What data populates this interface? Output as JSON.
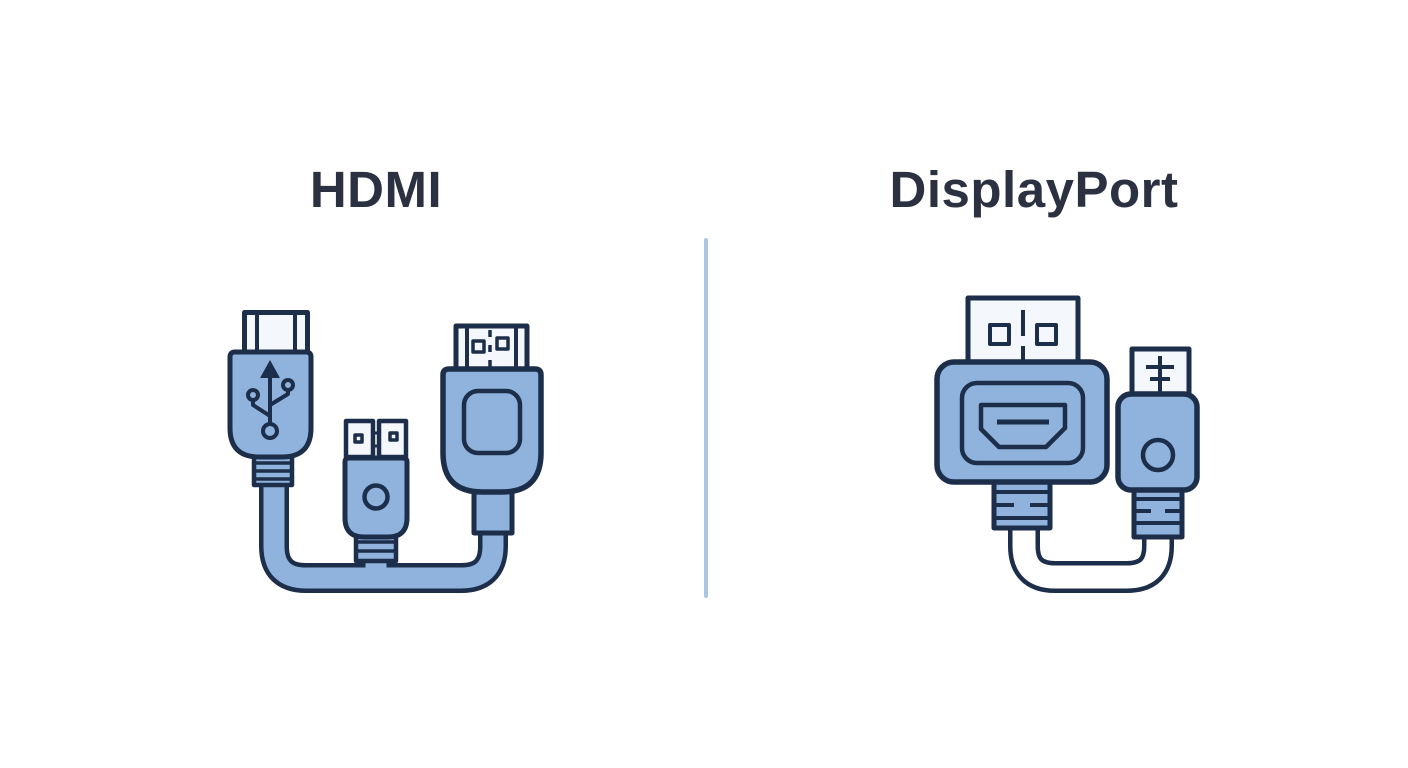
{
  "diagram": {
    "left": {
      "title": "HDMI",
      "illustration": "three blue cable connectors (usb-a plug with usb trident symbol, small mini connector with circle, large hdmi connector with rounded square) joined by a blue u-shaped cable"
    },
    "right": {
      "title": "DisplayPort",
      "illustration": "large blue connector with hdmi-style port opening and white plug top with two squares, smaller blue connector with circle, joined by a white u-shaped cable"
    }
  },
  "colors": {
    "connector_blue": "#8fb3dc",
    "outline_navy": "#1d2e4a",
    "plug_fill": "#f4f7fb",
    "cable_white": "#ffffff",
    "divider_blue": "#a9c7e3",
    "title_text": "#2b3140",
    "background": "#ffffff"
  }
}
